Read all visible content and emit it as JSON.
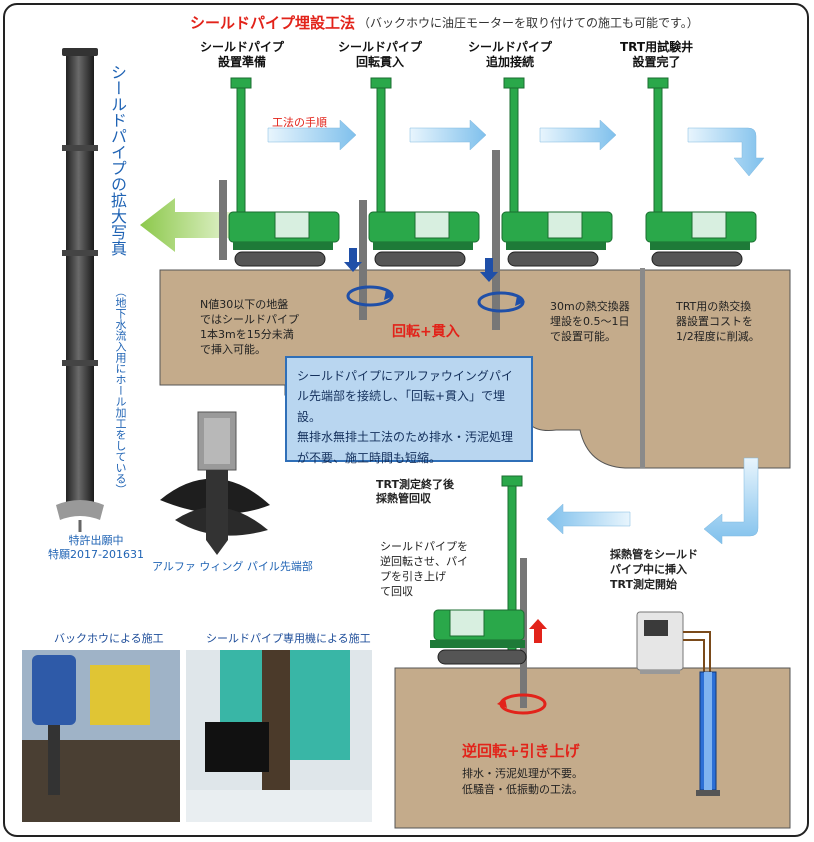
{
  "header": {
    "title": "シールドパイプ埋設工法",
    "subtitle": "（バックホウに油圧モーターを取り付けての施工も可能です。）"
  },
  "steps": [
    {
      "line1": "シールドパイプ",
      "line2": "設置準備"
    },
    {
      "line1": "シールドパイプ",
      "line2": "回転貫入"
    },
    {
      "line1": "シールドパイプ",
      "line2": "追加接続"
    },
    {
      "line1": "TRT用試験井",
      "line2": "設置完了"
    }
  ],
  "flow_label": "工法の手順",
  "left_panel": {
    "vertical_title": "シールドパイプの拡大写真",
    "vertical_note": "（地下水流入用にホール加工をしている）",
    "patent_line1": "特許出願中",
    "patent_line2": "特願2017-201631",
    "tip_label": "アルファ ウィング パイル先端部"
  },
  "notes": {
    "n1": [
      "N値30以下の地盤",
      "ではシールドパイプ",
      "1本3mを15分未満",
      "で挿入可能。"
    ],
    "n2": [
      "30mの熱交換器",
      "埋設を0.5～1日",
      "で設置可能。"
    ],
    "n3": [
      "TRT用の熱交換",
      "器設置コストを",
      "1/2程度に削減。"
    ],
    "rotate_penetrate": "回転+貫入"
  },
  "info_box": {
    "p1": "シールドパイプにアルファウイングパイル先端部を接続し、「回転+貫入」で埋設。",
    "p2": "無排水無排土工法のため排水・汚泥処理が不要、施工時間も短縮。"
  },
  "bottom": {
    "trt_end": [
      "TRT測定終了後",
      "採熱管回収"
    ],
    "reverse_note": [
      "シールドパイプを",
      "逆回転させ、パイ",
      "プを引き上げ",
      "て回収"
    ],
    "insert_note": [
      "採熱管をシールド",
      "パイプ中に挿入",
      "TRT測定開始"
    ],
    "reverse_title": "逆回転+引き上げ",
    "benefit": [
      "排水・汚泥処理が不要。",
      "低騒音・低振動の工法。"
    ]
  },
  "photos": {
    "label1": "バックホウによる施工",
    "label2": "シールドパイプ専用機による施工"
  },
  "colors": {
    "ground": "#c4ab8b",
    "rig_green": "#2aa84a",
    "arrow_blue": "#8cc6ee",
    "accent_red": "#e2231a",
    "box_fill": "#b9d6f0"
  }
}
